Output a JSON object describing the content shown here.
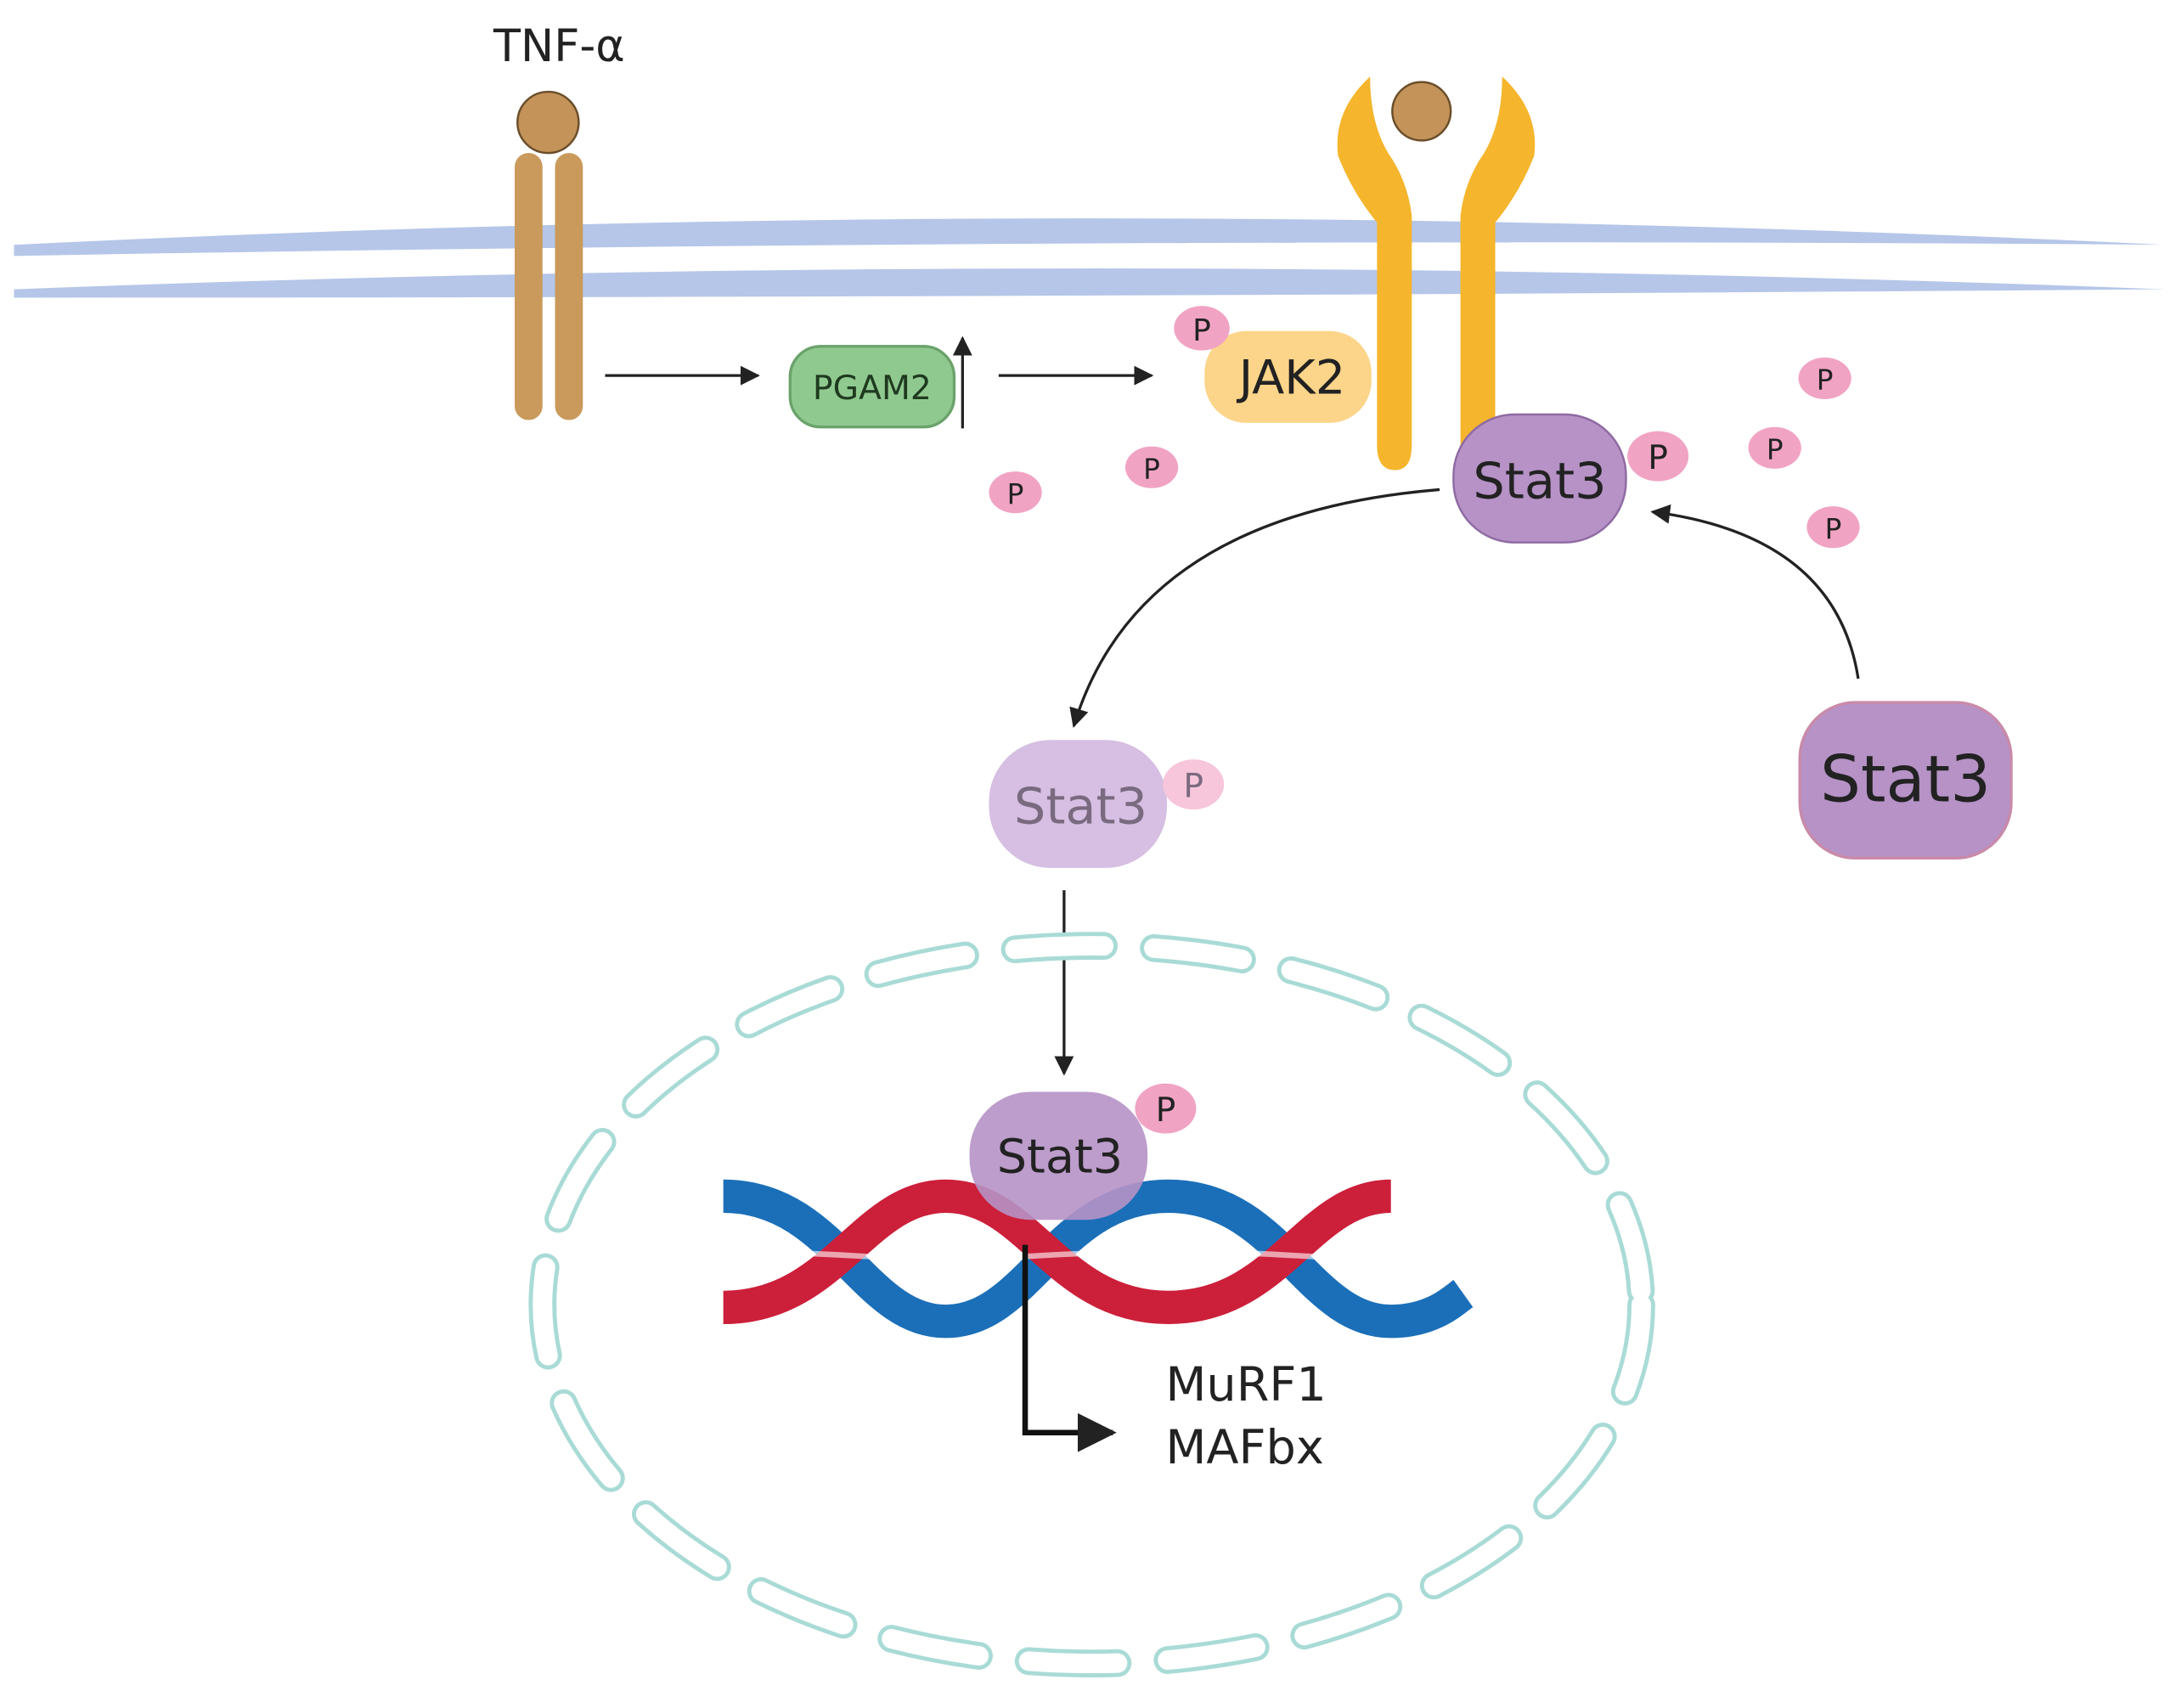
{
  "labels": {
    "ligand": "TNF-α",
    "pgam2": "PGAM2",
    "jak2": "JAK2",
    "stat3": "Stat3",
    "phospho": "P",
    "gene_1": "MuRF1",
    "gene_2": "MAFbx"
  },
  "colors": {
    "membrane": "#b5c6e8",
    "tnf_receptor": "#c99a5b",
    "ligand_ball": "#c4935a",
    "cytokine_receptor": "#f5b52c",
    "pgam2_fill": "#8fc98f",
    "jak2_fill": "#fcd58a",
    "stat3_fill": "#b692c6",
    "stat3_light": "#d6bfe2",
    "phospho_fill": "#f1a3c4",
    "nucleus_outline": "#a9dbd6",
    "dna_red": "#cc1f3a",
    "dna_blue": "#1b6fb8"
  }
}
